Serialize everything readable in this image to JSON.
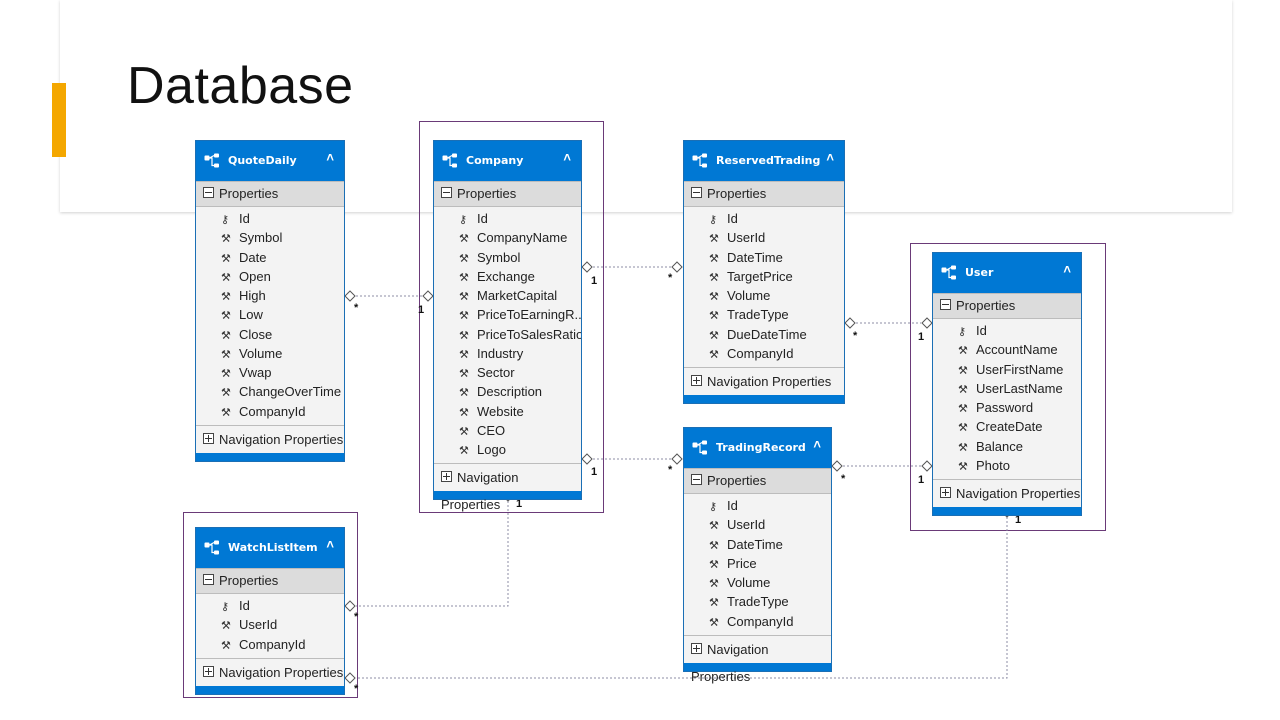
{
  "slide": {
    "title": "Database"
  },
  "colors": {
    "accent": "#f4a700",
    "entity_header": "#0078d4",
    "selection_border": "#6a3a78"
  },
  "labels": {
    "properties": "Properties",
    "navigation": "Navigation Properties"
  },
  "entities": {
    "quotedaily": {
      "name": "QuoteDaily",
      "props": [
        "Id",
        "Symbol",
        "Date",
        "Open",
        "High",
        "Low",
        "Close",
        "Volume",
        "Vwap",
        "ChangeOverTime",
        "CompanyId"
      ]
    },
    "company": {
      "name": "Company",
      "props": [
        "Id",
        "CompanyName",
        "Symbol",
        "Exchange",
        "MarketCapital",
        "PriceToEarningR...",
        "PriceToSalesRatio",
        "Industry",
        "Sector",
        "Description",
        "Website",
        "CEO",
        "Logo"
      ]
    },
    "reservedtrading": {
      "name": "ReservedTrading",
      "props": [
        "Id",
        "UserId",
        "DateTime",
        "TargetPrice",
        "Volume",
        "TradeType",
        "DueDateTime",
        "CompanyId"
      ]
    },
    "user": {
      "name": "User",
      "props": [
        "Id",
        "AccountName",
        "UserFirstName",
        "UserLastName",
        "Password",
        "CreateDate",
        "Balance",
        "Photo"
      ]
    },
    "tradingrecord": {
      "name": "TradingRecord",
      "props": [
        "Id",
        "UserId",
        "DateTime",
        "Price",
        "Volume",
        "TradeType",
        "CompanyId"
      ]
    },
    "watchlistitem": {
      "name": "WatchListItem",
      "props": [
        "Id",
        "UserId",
        "CompanyId"
      ]
    }
  },
  "relationships": [
    {
      "from": "quotedaily",
      "to": "company",
      "from_mult": "*",
      "to_mult": "1"
    },
    {
      "from": "company",
      "to": "reservedtrading",
      "from_mult": "1",
      "to_mult": "*"
    },
    {
      "from": "company",
      "to": "tradingrecord",
      "from_mult": "1",
      "to_mult": "*"
    },
    {
      "from": "reservedtrading",
      "to": "user",
      "from_mult": "*",
      "to_mult": "1"
    },
    {
      "from": "tradingrecord",
      "to": "user",
      "from_mult": "*",
      "to_mult": "1"
    },
    {
      "from": "company",
      "to": "watchlistitem",
      "from_mult": "1",
      "to_mult": "*"
    },
    {
      "from": "user",
      "to": "watchlistitem",
      "from_mult": "1",
      "to_mult": "*"
    }
  ]
}
